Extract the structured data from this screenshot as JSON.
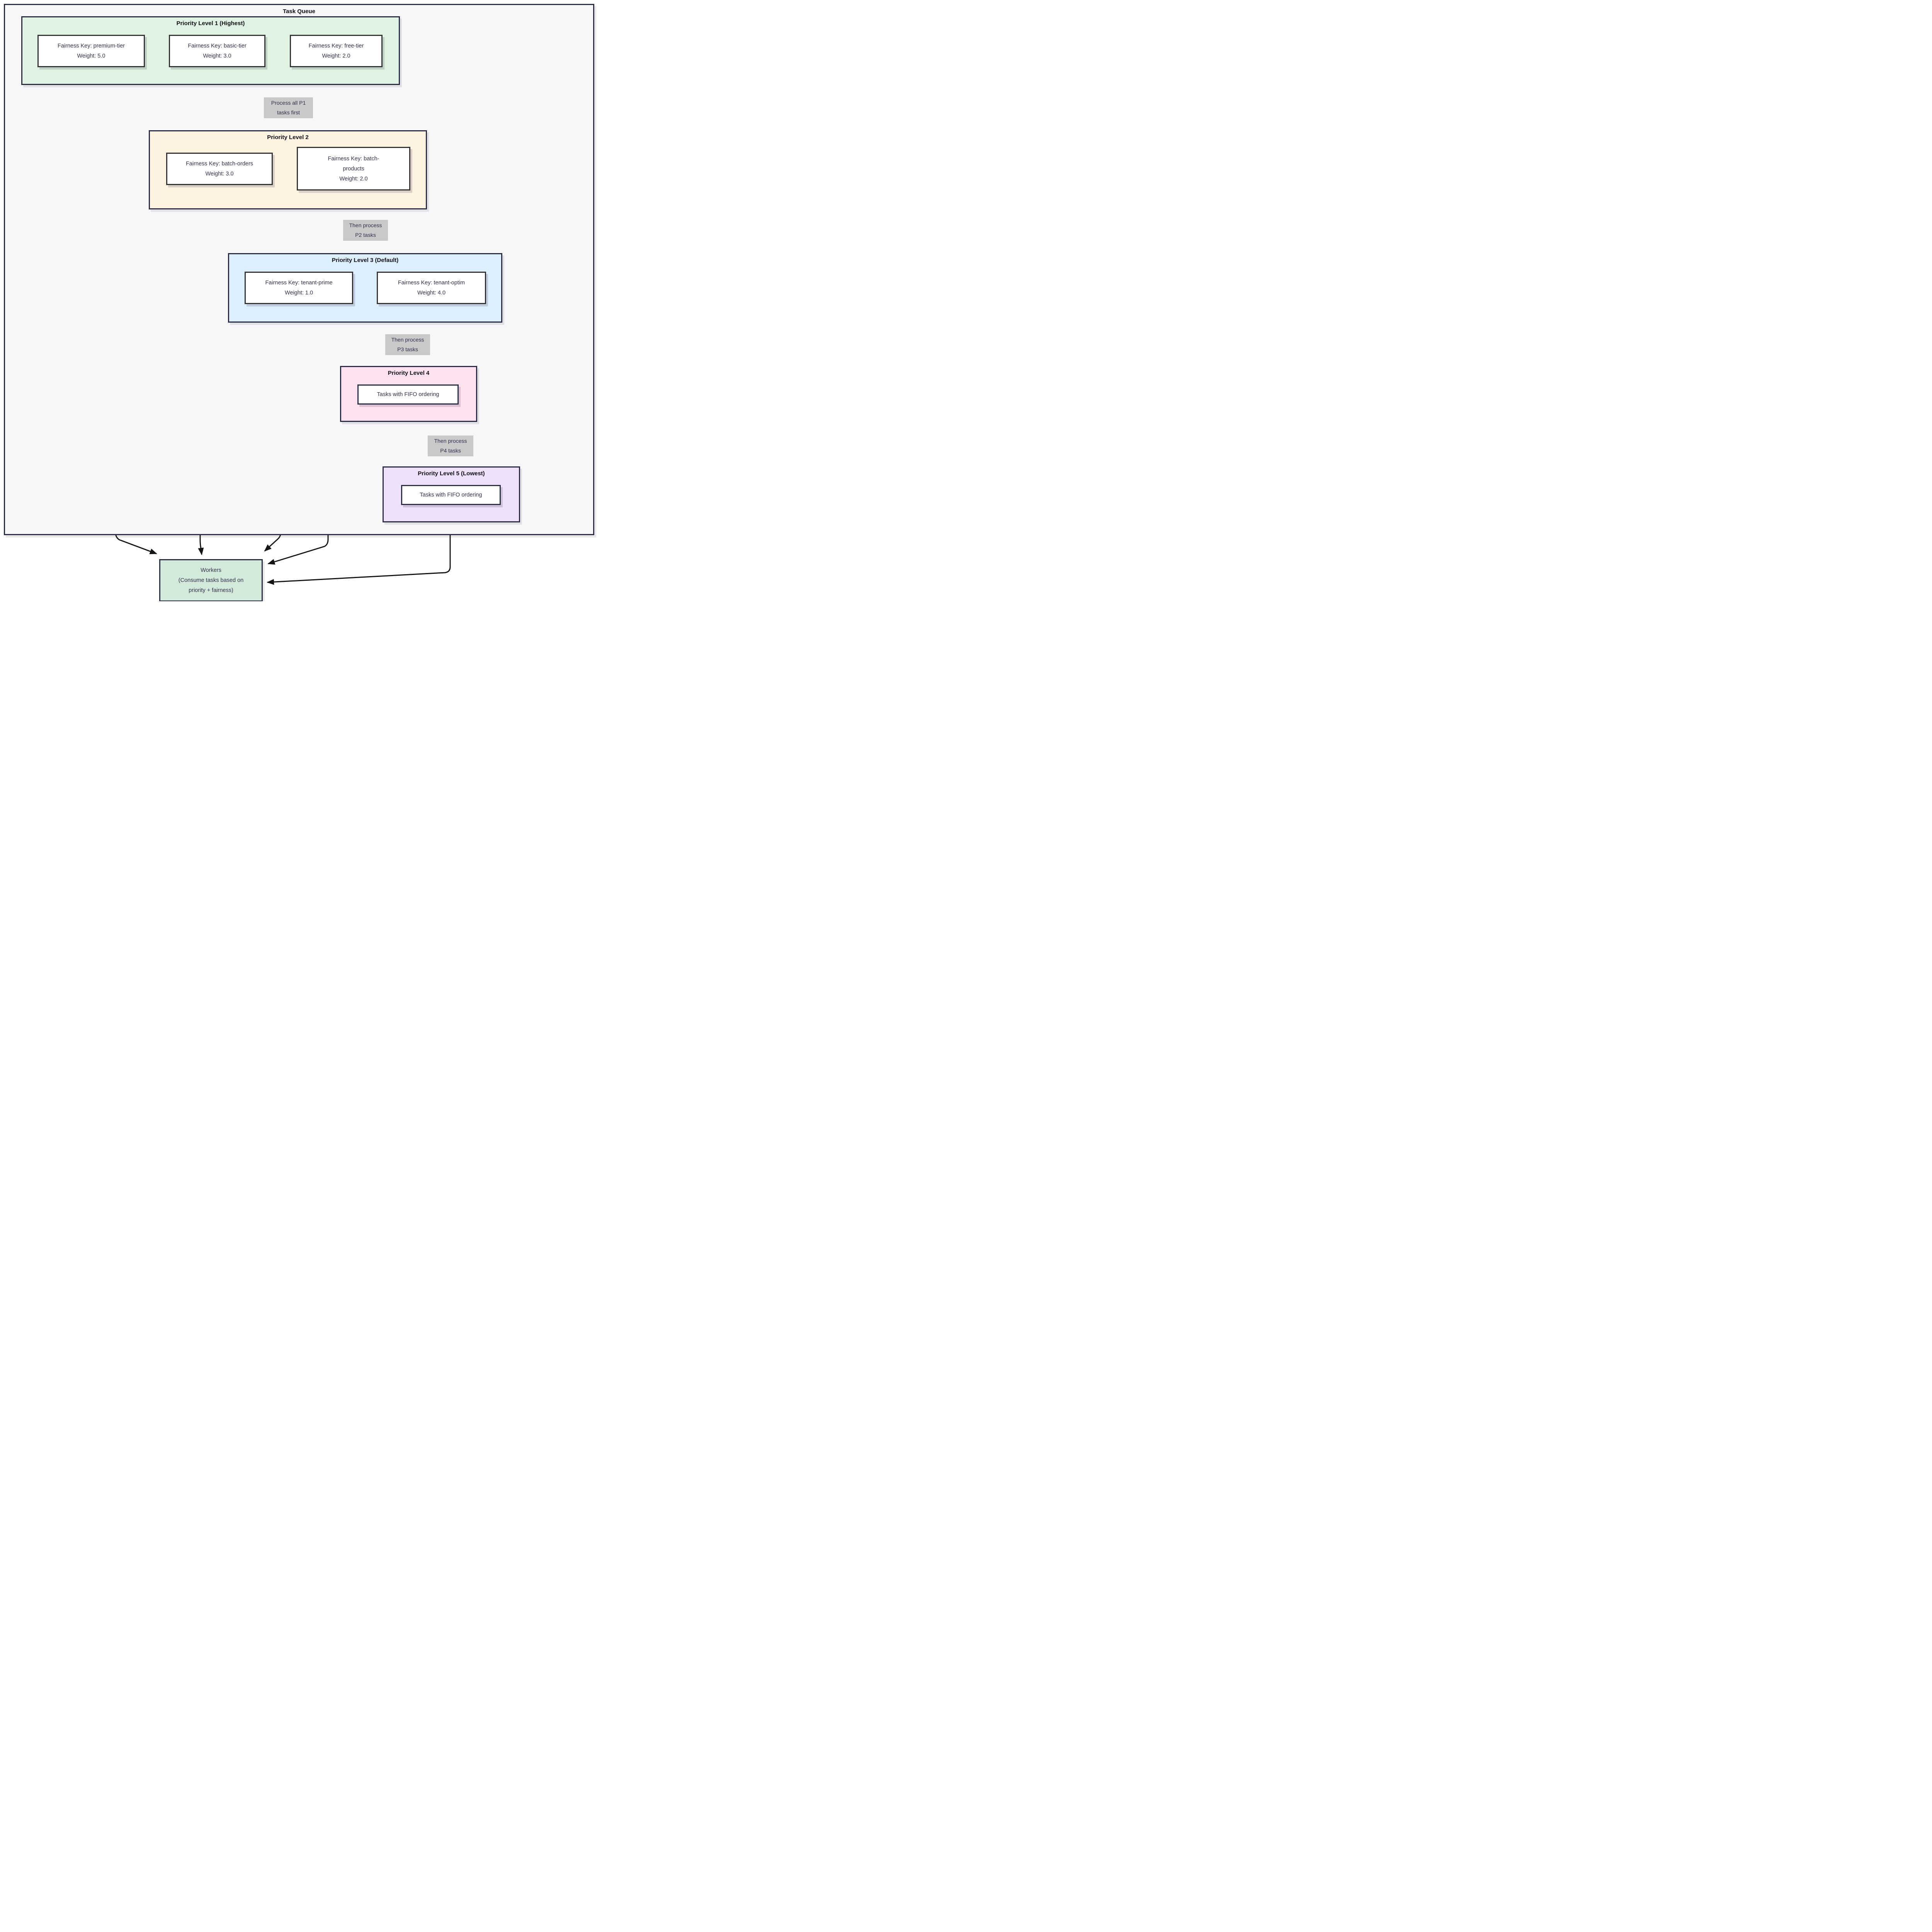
{
  "title": "Task Queue",
  "colors": {
    "container": "#f7f7f9",
    "p1": "#e0f2e1",
    "p2": "#fef2e0",
    "p3": "#ddeefc",
    "p4": "#fee1ef",
    "p5": "#efe0fb",
    "workers": "#d3e9d9",
    "label_bg": "#c9c9c9",
    "border": "#2a2d43",
    "edge": "#141414"
  },
  "groups": [
    {
      "title": "Priority Level 1 (Highest)",
      "nodes": [
        [
          "Fairness Key: premium-tier",
          "Weight: 5.0"
        ],
        [
          "Fairness Key: basic-tier",
          "Weight: 3.0"
        ],
        [
          "Fairness Key: free-tier",
          "Weight: 2.0"
        ]
      ]
    },
    {
      "title": "Priority Level 2",
      "nodes": [
        [
          "Fairness Key: batch-orders",
          "Weight: 3.0"
        ],
        [
          "Fairness Key: batch-",
          "products",
          "Weight: 2.0"
        ]
      ]
    },
    {
      "title": "Priority Level 3 (Default)",
      "nodes": [
        [
          "Fairness Key: tenant-prime",
          "Weight: 1.0"
        ],
        [
          "Fairness Key: tenant-optim",
          "Weight: 4.0"
        ]
      ]
    },
    {
      "title": "Priority Level 4",
      "nodes": [
        [
          "Tasks with FIFO ordering"
        ]
      ]
    },
    {
      "title": "Priority Level 5 (Lowest)",
      "nodes": [
        [
          "Tasks with FIFO ordering"
        ]
      ]
    }
  ],
  "workers": [
    "Workers",
    "(Consume tasks based on",
    "priority + fairness)"
  ],
  "edge_labels": [
    [
      "Process all P1",
      "tasks first"
    ],
    [
      "Then process",
      "P2 tasks"
    ],
    [
      "Then process",
      "P3 tasks"
    ],
    [
      "Then process",
      "P4 tasks"
    ]
  ]
}
